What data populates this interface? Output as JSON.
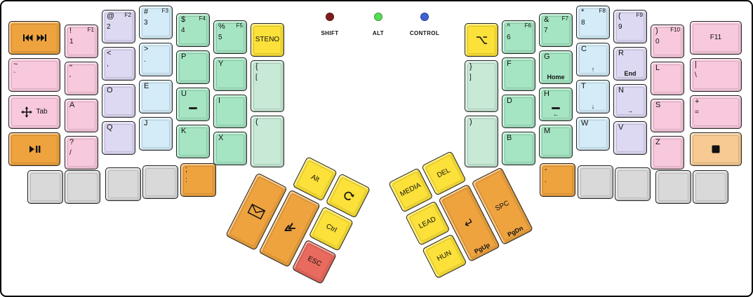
{
  "indicators": [
    {
      "label": "SHIFT",
      "color": "#7f1d1d"
    },
    {
      "label": "ALT",
      "color": "#55dd55"
    },
    {
      "label": "CONTROL",
      "color": "#3c63d2"
    }
  ],
  "palette": {
    "pink": "#f8c8dd",
    "lavender": "#ded9f3",
    "blue": "#d4ecf8",
    "green": "#a5e5c3",
    "paleGreen": "#c8e9d6",
    "yellow": "#fbe139",
    "orange": "#eea33f",
    "peach": "#f6ca92",
    "red": "#e96a5e",
    "gray": "#d9d9d9"
  },
  "keys": [
    {
      "id": "media-prev-next",
      "color": "orange",
      "legends": [
        {
          "slot": "center",
          "icon": "skip-back"
        },
        {
          "slot": "center",
          "icon": "skip-forward"
        }
      ]
    },
    {
      "id": "tilde-grave",
      "color": "pink",
      "legends": [
        {
          "slot": "tl",
          "text": "~"
        },
        {
          "slot": "tl2",
          "text": "`"
        }
      ]
    },
    {
      "id": "move-tab",
      "color": "pink",
      "legends": [
        {
          "slot": "center",
          "icon": "move"
        },
        {
          "slot": "center",
          "text": "Tab"
        }
      ]
    },
    {
      "id": "play-pause",
      "color": "orange",
      "legends": [
        {
          "slot": "center",
          "icon": "play-pause"
        }
      ]
    },
    {
      "id": "exclam-1",
      "color": "pink",
      "legends": [
        {
          "slot": "tl",
          "text": "!"
        },
        {
          "slot": "tl2",
          "text": "1"
        },
        {
          "slot": "tr",
          "text": "F1"
        }
      ]
    },
    {
      "id": "quote-apostrophe",
      "color": "pink",
      "legends": [
        {
          "slot": "tl",
          "text": "\""
        },
        {
          "slot": "tl2",
          "text": "'"
        }
      ]
    },
    {
      "id": "a",
      "color": "pink",
      "legends": [
        {
          "slot": "tl",
          "text": "A"
        }
      ]
    },
    {
      "id": "question-slash",
      "color": "pink",
      "legends": [
        {
          "slot": "tl",
          "text": "?"
        },
        {
          "slot": "tl2",
          "text": "/"
        }
      ]
    },
    {
      "id": "at-2",
      "color": "lavender",
      "legends": [
        {
          "slot": "tl",
          "text": "@"
        },
        {
          "slot": "tl2",
          "text": "2"
        },
        {
          "slot": "tr",
          "text": "F2"
        }
      ]
    },
    {
      "id": "less-comma",
      "color": "lavender",
      "legends": [
        {
          "slot": "tl",
          "text": "<"
        },
        {
          "slot": "tl2",
          "text": ","
        }
      ]
    },
    {
      "id": "o",
      "color": "lavender",
      "legends": [
        {
          "slot": "tl",
          "text": "O"
        }
      ]
    },
    {
      "id": "q",
      "color": "lavender",
      "legends": [
        {
          "slot": "tl",
          "text": "Q"
        }
      ]
    },
    {
      "id": "hash-3",
      "color": "blue",
      "legends": [
        {
          "slot": "tl",
          "text": "#"
        },
        {
          "slot": "tl2",
          "text": "3"
        },
        {
          "slot": "tr",
          "text": "F3"
        }
      ]
    },
    {
      "id": "greater-period",
      "color": "blue",
      "legends": [
        {
          "slot": "tl",
          "text": ">"
        },
        {
          "slot": "tl2",
          "text": "."
        }
      ]
    },
    {
      "id": "e",
      "color": "blue",
      "legends": [
        {
          "slot": "tl",
          "text": "E"
        }
      ]
    },
    {
      "id": "j",
      "color": "blue",
      "legends": [
        {
          "slot": "tl",
          "text": "J"
        }
      ]
    },
    {
      "id": "dollar-4",
      "color": "green",
      "legends": [
        {
          "slot": "tl",
          "text": "$"
        },
        {
          "slot": "tl2",
          "text": "4"
        },
        {
          "slot": "tr",
          "text": "F4"
        }
      ]
    },
    {
      "id": "p",
      "color": "green",
      "legends": [
        {
          "slot": "tl",
          "text": "P"
        }
      ]
    },
    {
      "id": "u",
      "color": "green",
      "legends": [
        {
          "slot": "tl",
          "text": "U"
        },
        {
          "slot": "homing"
        }
      ]
    },
    {
      "id": "k",
      "color": "green",
      "legends": [
        {
          "slot": "tl",
          "text": "K"
        }
      ]
    },
    {
      "id": "percent-5",
      "color": "green",
      "legends": [
        {
          "slot": "tl",
          "text": "%"
        },
        {
          "slot": "tl2",
          "text": "5"
        },
        {
          "slot": "tr",
          "text": "F5"
        }
      ]
    },
    {
      "id": "y",
      "color": "green",
      "legends": [
        {
          "slot": "tl",
          "text": "Y"
        }
      ]
    },
    {
      "id": "i",
      "color": "green",
      "legends": [
        {
          "slot": "tl",
          "text": "I"
        }
      ]
    },
    {
      "id": "x",
      "color": "green",
      "legends": [
        {
          "slot": "tl",
          "text": "X"
        }
      ]
    },
    {
      "id": "steno",
      "color": "yellow",
      "legends": [
        {
          "slot": "center",
          "text": "STENO"
        }
      ]
    },
    {
      "id": "lbrace-lbracket",
      "color": "paleGreen",
      "legends": [
        {
          "slot": "tl",
          "text": "{"
        },
        {
          "slot": "tl2",
          "text": "["
        }
      ]
    },
    {
      "id": "lparen",
      "color": "paleGreen",
      "legends": [
        {
          "slot": "tl",
          "text": "("
        }
      ]
    },
    {
      "id": "blank-left-1",
      "color": "gray",
      "legends": []
    },
    {
      "id": "blank-left-2",
      "color": "gray",
      "legends": []
    },
    {
      "id": "blank-left-3",
      "color": "gray",
      "legends": []
    },
    {
      "id": "blank-left-4",
      "color": "gray",
      "legends": []
    },
    {
      "id": "semicolon-colon",
      "color": "orange",
      "legends": [
        {
          "slot": "tl",
          "text": ";"
        },
        {
          "slot": "tl2",
          "text": ":"
        }
      ]
    },
    {
      "id": "option",
      "color": "yellow",
      "legends": [
        {
          "slot": "center",
          "icon": "option"
        }
      ]
    },
    {
      "id": "rbrace-rbracket",
      "color": "paleGreen",
      "legends": [
        {
          "slot": "tl",
          "text": "}"
        },
        {
          "slot": "tl2",
          "text": "]"
        }
      ]
    },
    {
      "id": "rparen",
      "color": "paleGreen",
      "legends": [
        {
          "slot": "tl",
          "text": ")"
        }
      ]
    },
    {
      "id": "caret-6",
      "color": "green",
      "legends": [
        {
          "slot": "tl",
          "text": "^"
        },
        {
          "slot": "tl2",
          "text": "6"
        },
        {
          "slot": "tr",
          "text": "F6"
        }
      ]
    },
    {
      "id": "f",
      "color": "green",
      "legends": [
        {
          "slot": "tl",
          "text": "F"
        }
      ]
    },
    {
      "id": "d",
      "color": "green",
      "legends": [
        {
          "slot": "tl",
          "text": "D"
        }
      ]
    },
    {
      "id": "b",
      "color": "green",
      "legends": [
        {
          "slot": "tl",
          "text": "B"
        }
      ]
    },
    {
      "id": "amp-7",
      "color": "green",
      "legends": [
        {
          "slot": "tl",
          "text": "&"
        },
        {
          "slot": "tl2",
          "text": "7"
        },
        {
          "slot": "tr",
          "text": "F7"
        }
      ]
    },
    {
      "id": "g",
      "color": "green",
      "legends": [
        {
          "slot": "tl",
          "text": "G"
        },
        {
          "slot": "bottom",
          "text": "Home"
        }
      ]
    },
    {
      "id": "h",
      "color": "green",
      "legends": [
        {
          "slot": "tl",
          "text": "H"
        },
        {
          "slot": "homing"
        },
        {
          "slot": "bottom",
          "text": "←"
        }
      ]
    },
    {
      "id": "m",
      "color": "green",
      "legends": [
        {
          "slot": "tl",
          "text": "M"
        }
      ]
    },
    {
      "id": "asterisk-8",
      "color": "blue",
      "legends": [
        {
          "slot": "tl",
          "text": "*"
        },
        {
          "slot": "tl2",
          "text": "8"
        },
        {
          "slot": "tr",
          "text": "F8"
        }
      ]
    },
    {
      "id": "c",
      "color": "blue",
      "legends": [
        {
          "slot": "tl",
          "text": "C"
        },
        {
          "slot": "bottom",
          "text": "↑"
        }
      ]
    },
    {
      "id": "t",
      "color": "blue",
      "legends": [
        {
          "slot": "tl",
          "text": "T"
        },
        {
          "slot": "bottom",
          "text": "↓"
        }
      ]
    },
    {
      "id": "w",
      "color": "blue",
      "legends": [
        {
          "slot": "tl",
          "text": "W"
        }
      ]
    },
    {
      "id": "lparen-9",
      "color": "lavender",
      "legends": [
        {
          "slot": "tl",
          "text": "("
        },
        {
          "slot": "tl2",
          "text": "9"
        },
        {
          "slot": "tr",
          "text": "F9"
        }
      ]
    },
    {
      "id": "r",
      "color": "lavender",
      "legends": [
        {
          "slot": "tl",
          "text": "R"
        },
        {
          "slot": "bottom",
          "text": "End"
        }
      ]
    },
    {
      "id": "n",
      "color": "lavender",
      "legends": [
        {
          "slot": "tl",
          "text": "N"
        },
        {
          "slot": "bottom",
          "text": "→"
        }
      ]
    },
    {
      "id": "v",
      "color": "lavender",
      "legends": [
        {
          "slot": "tl",
          "text": "V"
        }
      ]
    },
    {
      "id": "rparen-0",
      "color": "pink",
      "legends": [
        {
          "slot": "tl",
          "text": ")"
        },
        {
          "slot": "tl2",
          "text": "0"
        },
        {
          "slot": "tr",
          "text": "F10"
        }
      ]
    },
    {
      "id": "l",
      "color": "pink",
      "legends": [
        {
          "slot": "tl",
          "text": "L"
        }
      ]
    },
    {
      "id": "s",
      "color": "pink",
      "legends": [
        {
          "slot": "tl",
          "text": "S"
        }
      ]
    },
    {
      "id": "z",
      "color": "pink",
      "legends": [
        {
          "slot": "tl",
          "text": "Z"
        }
      ]
    },
    {
      "id": "f11",
      "color": "pink",
      "legends": [
        {
          "slot": "center",
          "text": "F11"
        }
      ]
    },
    {
      "id": "pipe-backslash",
      "color": "pink",
      "legends": [
        {
          "slot": "tl",
          "text": "|"
        },
        {
          "slot": "tl2",
          "text": "\\"
        }
      ]
    },
    {
      "id": "plus-equals",
      "color": "pink",
      "legends": [
        {
          "slot": "tl",
          "text": "+"
        },
        {
          "slot": "tl2",
          "text": "="
        }
      ]
    },
    {
      "id": "stop",
      "color": "peach",
      "legends": [
        {
          "slot": "center",
          "icon": "stop"
        }
      ]
    },
    {
      "id": "minus-period",
      "color": "orange",
      "legends": [
        {
          "slot": "tl",
          "text": "-"
        },
        {
          "slot": "tl2",
          "text": "."
        }
      ]
    },
    {
      "id": "blank-right-1",
      "color": "gray",
      "legends": []
    },
    {
      "id": "blank-right-2",
      "color": "gray",
      "legends": []
    },
    {
      "id": "blank-right-3",
      "color": "gray",
      "legends": []
    },
    {
      "id": "blank-right-4",
      "color": "gray",
      "legends": []
    },
    {
      "id": "alt",
      "color": "yellow",
      "legends": [
        {
          "slot": "center",
          "text": "Alt"
        }
      ]
    },
    {
      "id": "redo",
      "color": "yellow",
      "legends": [
        {
          "slot": "center",
          "icon": "redo"
        }
      ]
    },
    {
      "id": "email",
      "color": "orange",
      "legends": [
        {
          "slot": "center",
          "icon": "envelope"
        }
      ]
    },
    {
      "id": "chevrons",
      "color": "orange",
      "legends": [
        {
          "slot": "center",
          "icon": "chevrons"
        }
      ]
    },
    {
      "id": "ctrl",
      "color": "yellow",
      "legends": [
        {
          "slot": "center",
          "text": "Ctrl"
        }
      ]
    },
    {
      "id": "esc",
      "color": "red",
      "legends": [
        {
          "slot": "center",
          "text": "ESC"
        }
      ]
    },
    {
      "id": "media",
      "color": "yellow",
      "legends": [
        {
          "slot": "center",
          "text": "MEDIA"
        }
      ]
    },
    {
      "id": "del",
      "color": "yellow",
      "legends": [
        {
          "slot": "center",
          "text": "DEL"
        }
      ]
    },
    {
      "id": "lead",
      "color": "yellow",
      "legends": [
        {
          "slot": "center",
          "text": "LEAD"
        }
      ]
    },
    {
      "id": "hun",
      "color": "yellow",
      "legends": [
        {
          "slot": "center",
          "text": "HUN"
        }
      ]
    },
    {
      "id": "enter",
      "color": "orange",
      "legends": [
        {
          "slot": "center",
          "icon": "return"
        },
        {
          "slot": "bottom",
          "text": "PgUp"
        }
      ]
    },
    {
      "id": "spc",
      "color": "orange",
      "legends": [
        {
          "slot": "center",
          "text": "SPC"
        },
        {
          "slot": "bottom",
          "text": "PgDn"
        }
      ]
    }
  ]
}
